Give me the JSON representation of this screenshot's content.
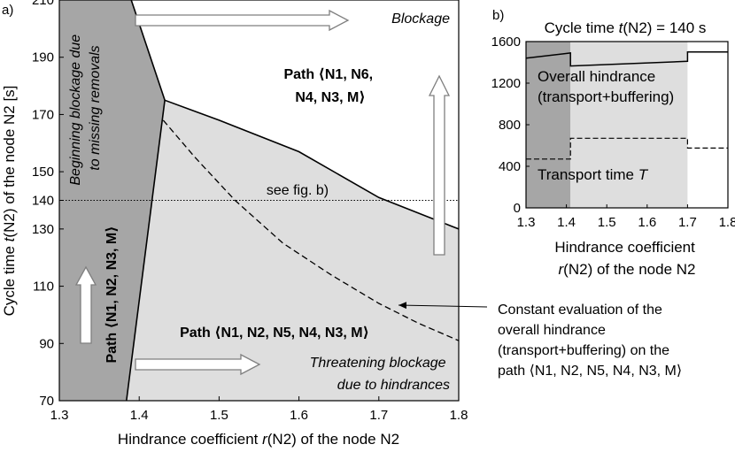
{
  "chart_data": [
    {
      "panel": "a)",
      "type": "area",
      "xlabel_parts": [
        "Hindrance coefficient ",
        "r",
        "(N2) of the node N2"
      ],
      "ylabel_parts": [
        "Cycle time ",
        "t",
        "(N2) of the node N2 [s]"
      ],
      "xlim": [
        1.3,
        1.8
      ],
      "ylim": [
        70,
        210
      ],
      "xticks": [
        "1.3",
        "1.4",
        "1.5",
        "1.6",
        "1.7",
        "1.8"
      ],
      "yticks": [
        "70",
        "90",
        "110",
        "130",
        "140",
        "150",
        "170",
        "190",
        "210"
      ],
      "grid": false,
      "regions": [
        {
          "label_lines": [
            "Beginning blockage due",
            "to missing removals"
          ],
          "color": "#a6a6a6",
          "polygon": [
            [
              1.3,
              70
            ],
            [
              1.3,
              210
            ],
            [
              1.39,
              210
            ],
            [
              1.432,
              175
            ],
            [
              1.384,
              70
            ]
          ]
        },
        {
          "label_lines": [
            "Threatening blockage",
            "due to hindrances"
          ],
          "color": "#dedede",
          "polygon": [
            [
              1.384,
              70
            ],
            [
              1.432,
              175
            ],
            [
              1.5,
              168
            ],
            [
              1.6,
              157
            ],
            [
              1.7,
              141
            ],
            [
              1.8,
              130
            ],
            [
              1.8,
              70
            ]
          ]
        }
      ],
      "series": [
        {
          "style": "solid",
          "x": [
            1.384,
            1.432,
            1.5,
            1.6,
            1.7,
            1.8
          ],
          "y": [
            70,
            175,
            168,
            157,
            141,
            130
          ]
        },
        {
          "style": "solid",
          "x": [
            1.39,
            1.432
          ],
          "y": [
            210,
            175
          ]
        },
        {
          "style": "dashed",
          "x": [
            1.43,
            1.47,
            1.52,
            1.58,
            1.64,
            1.7,
            1.75,
            1.8
          ],
          "y": [
            168,
            155,
            140,
            125,
            114,
            104,
            97,
            91
          ]
        }
      ],
      "reference_line": {
        "y": 140,
        "label": "see fig. b)"
      },
      "annotations": {
        "blockage": "Blockage",
        "path_upper": [
          "Path ⟨N1, N6,",
          "N4, N3, M⟩"
        ],
        "path_lower": "Path ⟨N1, N2, N5, N4, N3, M⟩",
        "path_left": "Path ⟨N1, N2, N3, M⟩",
        "callout": [
          "Constant evaluation of the",
          "overall hindrance",
          "(transport+buffering) on the",
          "path ⟨N1, N2, N5, N4, N3, M⟩"
        ]
      }
    },
    {
      "panel": "b)",
      "type": "line",
      "title_parts": [
        "Cycle time ",
        "t",
        "(N2) = 140 s"
      ],
      "xlabel_lines": [
        "Hindrance coefficient"
      ],
      "xlabel_line2_parts": [
        "r",
        "(N2) of the node N2"
      ],
      "xlim": [
        1.3,
        1.8
      ],
      "ylim": [
        0,
        1600
      ],
      "xticks": [
        "1.3",
        "1.4",
        "1.5",
        "1.6",
        "1.7",
        "1.8"
      ],
      "yticks": [
        "0",
        "400",
        "800",
        "1200",
        "1600"
      ],
      "grid": false,
      "bands": [
        {
          "x0": 1.3,
          "x1": 1.41,
          "color": "#a6a6a6"
        },
        {
          "x0": 1.41,
          "x1": 1.7,
          "color": "#dedede"
        }
      ],
      "series": [
        {
          "label_lines": [
            "Overall hindrance",
            "(transport+buffering)"
          ],
          "style": "solid",
          "x": [
            1.3,
            1.41,
            1.41,
            1.7,
            1.7,
            1.8
          ],
          "y": [
            1440,
            1490,
            1365,
            1410,
            1500,
            1500
          ]
        },
        {
          "label_parts": [
            "Transport time ",
            "T"
          ],
          "style": "dashed",
          "x": [
            1.3,
            1.41,
            1.41,
            1.7,
            1.7,
            1.8
          ],
          "y": [
            470,
            470,
            670,
            670,
            575,
            575
          ]
        }
      ]
    }
  ]
}
